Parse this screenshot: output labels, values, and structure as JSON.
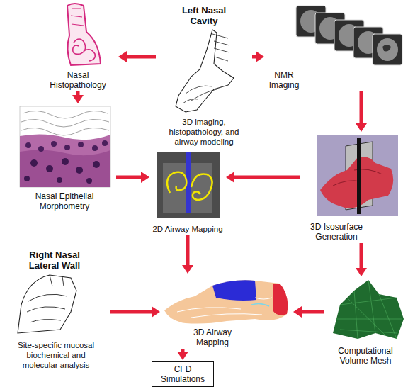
{
  "diagram": {
    "nodes": [
      {
        "text": [
          "Left Nasal Cavity",
          "3D imaging, histopathology, and airway modeling"
        ]
      },
      {
        "text": [
          "Nasal Histopathology"
        ]
      },
      {
        "text": [
          "NMR Imaging"
        ]
      },
      {
        "text": [
          "Nasal Epithelial Morphometry"
        ]
      },
      {
        "text": [
          "2D Airway Mapping"
        ]
      },
      {
        "text": [
          "3D Isosurface Generation"
        ]
      },
      {
        "text": [
          "Right Nasal Lateral Wall",
          "Site-specific mucosal biochemical and molecular analysis"
        ]
      },
      {
        "text": [
          "3D Airway Mapping"
        ]
      },
      {
        "text": [
          "Computational Volume Mesh"
        ]
      },
      {
        "text": [
          "CFD Simulations"
        ]
      }
    ],
    "edges": [
      {
        "from": 0,
        "to": 1,
        "arrow": "to"
      },
      {
        "from": 0,
        "to": 2,
        "arrow": "to"
      },
      {
        "from": 1,
        "to": 3,
        "arrow": "to"
      },
      {
        "from": 2,
        "to": 5,
        "arrow": "to"
      },
      {
        "from": 3,
        "to": 4,
        "arrow": "to"
      },
      {
        "from": 5,
        "to": 4,
        "arrow": "to"
      },
      {
        "from": 4,
        "to": 7,
        "arrow": "to"
      },
      {
        "from": 5,
        "to": 8,
        "arrow": "to"
      },
      {
        "from": 8,
        "to": 7,
        "arrow": "to"
      },
      {
        "from": 6,
        "to": 7,
        "arrow": "to"
      },
      {
        "from": 7,
        "to": 9,
        "arrow": "to"
      }
    ]
  }
}
